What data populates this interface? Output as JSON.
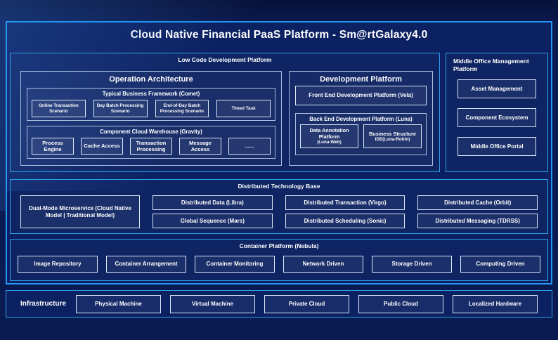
{
  "title": "Cloud Native Financial PaaS Platform - Sm@rtGalaxy4.0",
  "colors": {
    "page_background": "#0a1b52",
    "frame_background": "#0c2161",
    "frame_border": "#2196f3",
    "section_border": "#2e9fe8",
    "inner_border": "#a9bedf",
    "leaf_border": "#dce7f6",
    "text": "#ffffff"
  },
  "low_code": {
    "label": "Low Code Development Platform",
    "operation_architecture": {
      "title": "Operation Architecture",
      "typical_business_framework": {
        "label": "Typical Business Framework (Comet)",
        "items": [
          "Online Transaction Scenario",
          "Day Batch Processing Scenario",
          "End-of-Day Batch Processing Scenario",
          "Timed Task"
        ]
      },
      "component_cloud_warehouse": {
        "label": "Component Cloud Warehouse (Gravity)",
        "items": [
          "Process Engine",
          "Cache Access",
          "Transaction Processing",
          "Message Access",
          "......"
        ]
      }
    },
    "development_platform": {
      "title": "Development Platform",
      "front_end": "Front End Development Platform (Vela)",
      "back_end": {
        "label": "Back End Development Platform (Luna)",
        "items": [
          {
            "line1": "Data Annotation Platform",
            "line2": "(Luna-Web)"
          },
          {
            "line1": "Business Structure",
            "line2": "IDE(Luna-Robin)"
          }
        ]
      }
    }
  },
  "middle_office": {
    "label": "Middle Office Management Platform",
    "items": [
      "Asset Management",
      "Component Ecosystem",
      "Middle Office Portal"
    ]
  },
  "distributed": {
    "label": "Distributed Technology Base",
    "featured": "Dual-Mode Microservice (Cloud Native Model | Traditional Model)",
    "columns": [
      [
        "Distributed Data (Libra)",
        "Global Sequence (Mars)"
      ],
      [
        "Distributed Transaction (Virgo)",
        "Distributed Scheduling (Sonic)"
      ],
      [
        "Distributed Cache (Orbit)",
        "Distributed Messaging (TDRSS)"
      ]
    ]
  },
  "container_platform": {
    "label": "Container Platform (Nebula)",
    "items": [
      "Image Repository",
      "Container Arrangement",
      "Container Monitoring",
      "Network Driven",
      "Storage Driven",
      "Computing Driven"
    ]
  },
  "infrastructure": {
    "label": "Infrastructure",
    "items": [
      "Physical Machine",
      "Virtual Machine",
      "Private Cloud",
      "Public Cloud",
      "Localized Hardware"
    ]
  }
}
